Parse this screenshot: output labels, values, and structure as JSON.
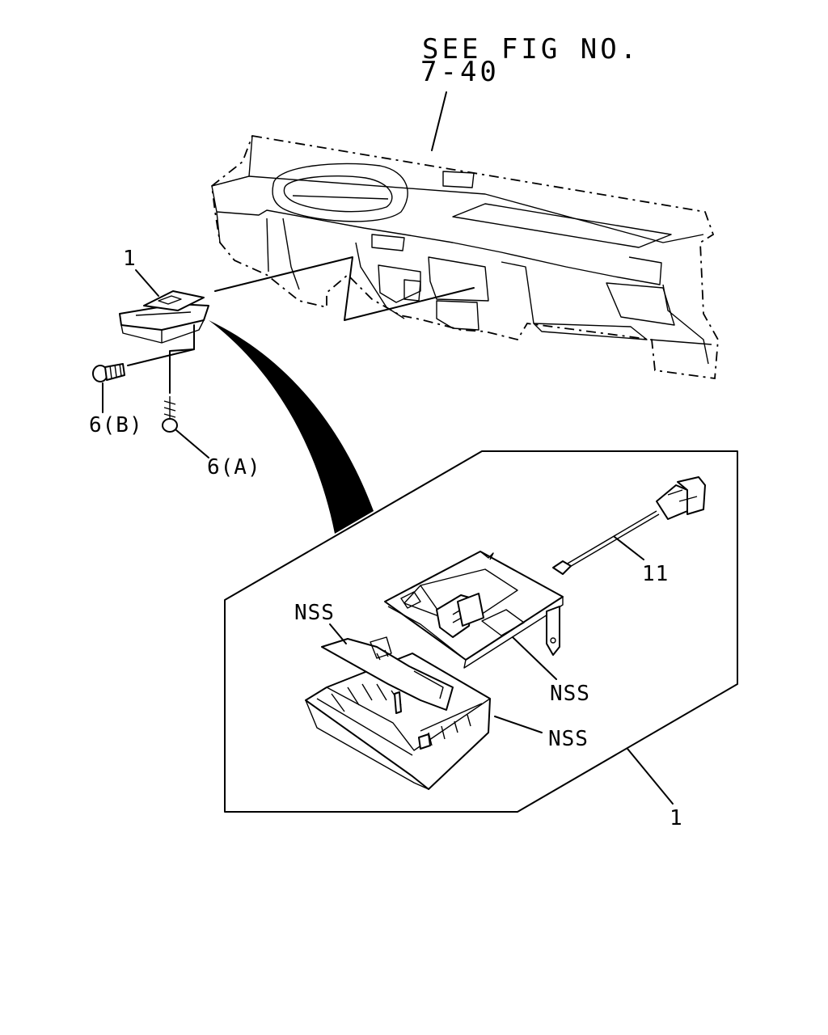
{
  "reference": {
    "line1": "SEE FIG NO.",
    "line2": "7-40"
  },
  "callouts": {
    "c1_top": "1",
    "c6b": "6(B)",
    "c6a": "6(A)",
    "c11": "11",
    "nss1": "NSS",
    "nss2": "NSS",
    "nss3": "NSS",
    "c1_bottom": "1"
  }
}
